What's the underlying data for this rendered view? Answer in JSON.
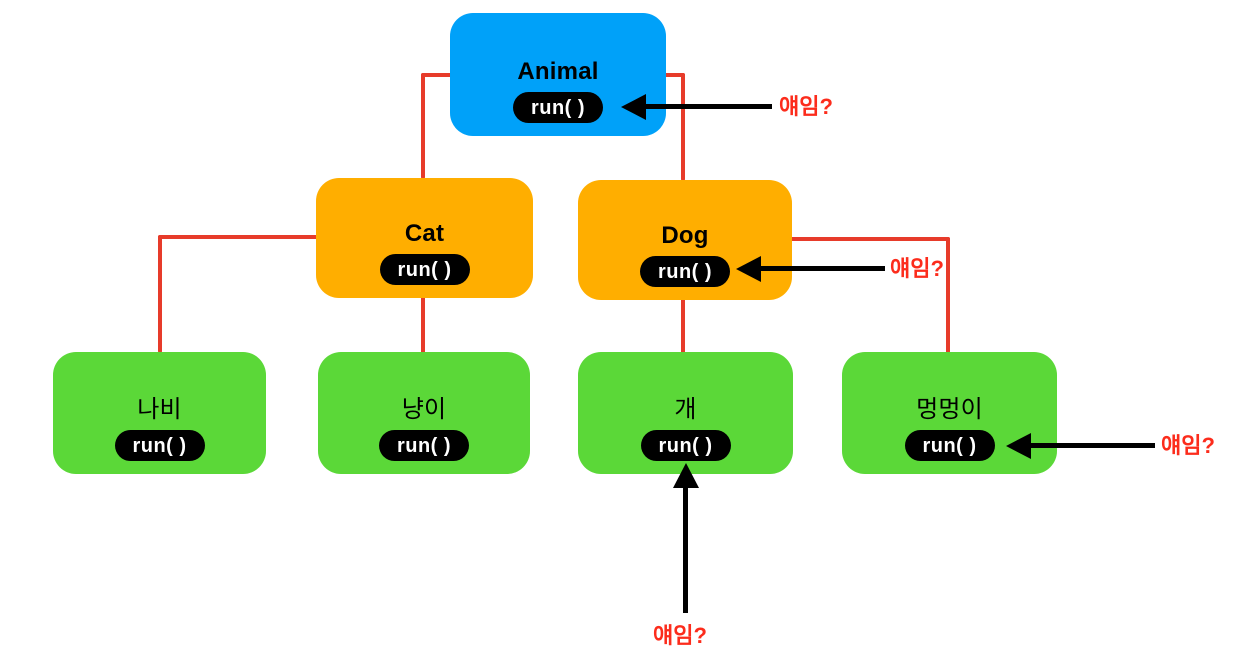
{
  "diagram_type": "class-inheritance-tree",
  "colors": {
    "root_fill": "#00A1F9",
    "parent_fill": "#FFAE00",
    "child_fill": "#5BD838",
    "pill_fill": "#000000",
    "pill_text": "#FFFFFF",
    "connector": "#E73B2A",
    "annotation_text": "#FC2C1C",
    "arrow": "#000000",
    "background": "#FFFFFF"
  },
  "nodes": [
    {
      "id": "animal",
      "label": "Animal",
      "method": "run( )",
      "level": "root"
    },
    {
      "id": "cat",
      "label": "Cat",
      "method": "run( )",
      "level": "parent"
    },
    {
      "id": "dog",
      "label": "Dog",
      "method": "run( )",
      "level": "parent"
    },
    {
      "id": "nabi",
      "label": "나비",
      "method": "run( )",
      "level": "child"
    },
    {
      "id": "nyangi",
      "label": "냥이",
      "method": "run( )",
      "level": "child"
    },
    {
      "id": "gae",
      "label": "개",
      "method": "run( )",
      "level": "child"
    },
    {
      "id": "meongmeongi",
      "label": "멍멍이",
      "method": "run( )",
      "level": "child"
    }
  ],
  "edges": [
    {
      "from": "animal",
      "to": "cat"
    },
    {
      "from": "animal",
      "to": "dog"
    },
    {
      "from": "cat",
      "to": "nabi"
    },
    {
      "from": "cat",
      "to": "nyangi"
    },
    {
      "from": "dog",
      "to": "gae"
    },
    {
      "from": "dog",
      "to": "meongmeongi"
    }
  ],
  "annotations": [
    {
      "id": "animal-run",
      "text": "얘임?",
      "points_to": "animal.run",
      "direction": "left"
    },
    {
      "id": "dog-run",
      "text": "얘임?",
      "points_to": "dog.run",
      "direction": "left"
    },
    {
      "id": "meongmeongi-run",
      "text": "얘임?",
      "points_to": "meongmeongi.run",
      "direction": "left"
    },
    {
      "id": "gae-run",
      "text": "얘임?",
      "points_to": "gae.run",
      "direction": "up"
    }
  ]
}
